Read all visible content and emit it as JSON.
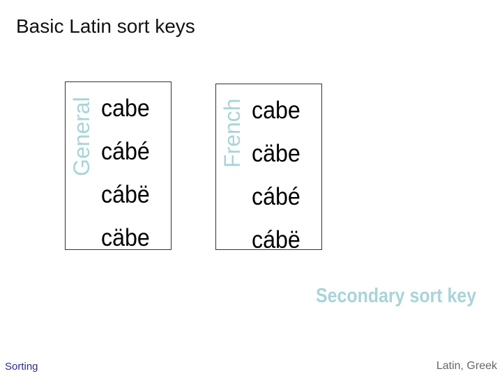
{
  "slide": {
    "title": "Basic Latin sort keys",
    "note": "Secondary sort key"
  },
  "general": {
    "label": "General",
    "words": [
      "cabe",
      "cábé",
      "cábë",
      "cäbe"
    ]
  },
  "french": {
    "label": "French",
    "words": [
      "cabe",
      "cäbe",
      "cábé",
      "cábë"
    ]
  },
  "footer": {
    "left": "Sorting",
    "right": "Latin, Greek"
  },
  "colors": {
    "accent": "#a9d4d8",
    "footer_link": "#2b2d8a",
    "footer_text": "#666666"
  }
}
